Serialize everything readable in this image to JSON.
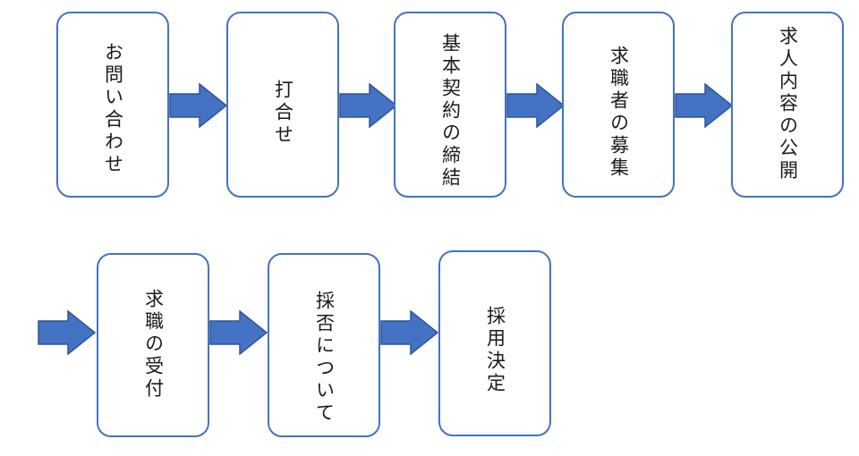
{
  "colors": {
    "box_border": "#4472c4",
    "arrow_fill": "#4472c4",
    "arrow_stroke": "#2f5597"
  },
  "flow": {
    "steps": [
      {
        "label": "お問い合わせ"
      },
      {
        "label": "打合せ"
      },
      {
        "label": "基本契約の締結"
      },
      {
        "label": "求職者の募集"
      },
      {
        "label": "求人内容の公開"
      },
      {
        "label": "求職の受付"
      },
      {
        "label": "採否について"
      },
      {
        "label": "採用決定"
      }
    ]
  }
}
